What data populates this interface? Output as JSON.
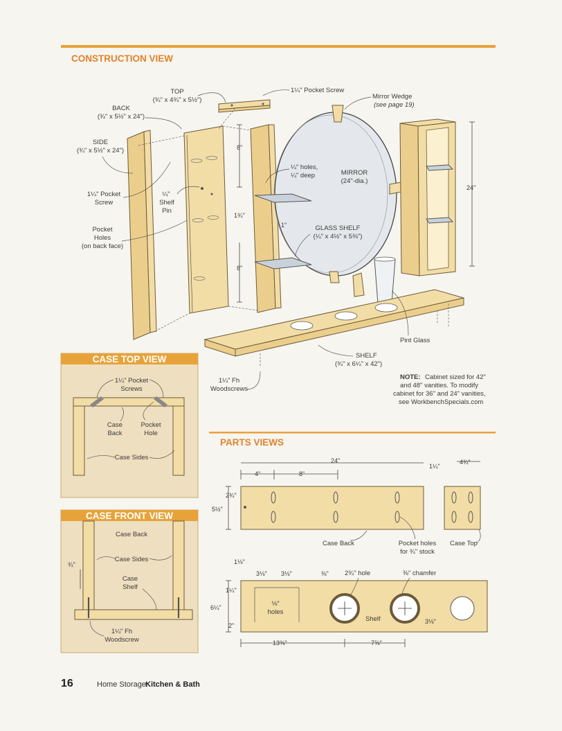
{
  "colors": {
    "accent": "#e8a23a",
    "title": "#e0832a",
    "panel_bg": "#eedfc0",
    "wood": "#f3dda6"
  },
  "construction": {
    "title": "CONSTRUCTION VIEW",
    "top_label": "TOP",
    "top_dims": "(¾\" x 4¾\" x 5½\")",
    "pocket_screw_top": "1¼\" Pocket Screw",
    "mirror_wedge": "Mirror Wedge",
    "mirror_wedge_ref": "(see page 19)",
    "back_label": "BACK",
    "back_dims": "(¾\" x 5½\" x 24\")",
    "side_label": "SIDE",
    "side_dims": "(¾\" x 5½\" x 24\")",
    "pocket_screw_label": "1¼\" Pocket",
    "pocket_screw_label2": "Screw",
    "shelf_pin_1": "¼\"",
    "shelf_pin_2": "Shelf",
    "shelf_pin_3": "Pin",
    "pocket_holes_1": "Pocket",
    "pocket_holes_2": "Holes",
    "pocket_holes_3": "(on back face)",
    "holes_1": "¼\" holes,",
    "holes_2": "¼\" deep",
    "mirror_1": "MIRROR",
    "mirror_2": "(24\"-dia.)",
    "glass_shelf_1": "GLASS SHELF",
    "glass_shelf_2": "(¼\" x 4½\" x 5⅜\")",
    "dim_8_top": "8\"",
    "dim_1_3_4": "1¾\"",
    "dim_1": "1\"",
    "dim_8_bottom": "8\"",
    "dim_24": "24\"",
    "pint_glass": "Pint Glass",
    "shelf_label": "SHELF",
    "shelf_dims": "(¾\" x 6¼\" x 42\")",
    "woodscrews_1": "1¼\" Fh",
    "woodscrews_2": "Woodscrews",
    "note_bold": "NOTE:",
    "note_1": "Cabinet sized for 42\"",
    "note_2": "and 48\" vanities. To modify",
    "note_3": "cabinet for 36\" and 24\" vanities,",
    "note_4": "see WorkbenchSpecials.com"
  },
  "case_top": {
    "title": "CASE TOP VIEW",
    "screws_1": "1¼\" Pocket",
    "screws_2": "Screws",
    "case_back_1": "Case",
    "case_back_2": "Back",
    "pocket_hole_1": "Pocket",
    "pocket_hole_2": "Hole",
    "case_sides": "Case Sides"
  },
  "case_front": {
    "title": "CASE FRONT VIEW",
    "case_back": "Case Back",
    "case_sides": "Case Sides",
    "case_shelf_1": "Case",
    "case_shelf_2": "Shelf",
    "dim_3_4": "¾\"",
    "woodscrew_1": "1¼\" Fh",
    "woodscrew_2": "Woodscrew"
  },
  "parts": {
    "title": "PARTS VIEWS",
    "dim_24": "24\"",
    "dim_4": "4\"",
    "dim_8": "8\"",
    "dim_1_1_4": "1¼\"",
    "dim_4_3_4": "4¾\"",
    "dim_2_3_4": "2¾\"",
    "dim_5_1_2": "5½\"",
    "case_back": "Case Back",
    "pocket_holes_1": "Pocket holes",
    "pocket_holes_2": "for ¾\" stock",
    "case_top": "Case Top",
    "dim_1_1_8": "1⅛\"",
    "dim_3_1_8_a": "3⅛\"",
    "dim_3_1_8_b": "3⅛\"",
    "dim_3_8": "⅜\"",
    "hole_label": "2¾\" hole",
    "chamfer_label": "⅜\" chamfer",
    "dim_1_1_4_b": "1¼\"",
    "dim_6_1_4": "6¼\"",
    "holes_1": "⅛\"",
    "holes_2": "holes",
    "dim_2": "2\"",
    "shelf": "Shelf",
    "dim_3_1_8_c": "3⅛\"",
    "dim_13_3_8": "13⅜\"",
    "dim_7_5_8": "7⅝\""
  },
  "footer": {
    "page_number": "16",
    "section": "Home Storage:",
    "subsection": "Kitchen & Bath"
  }
}
